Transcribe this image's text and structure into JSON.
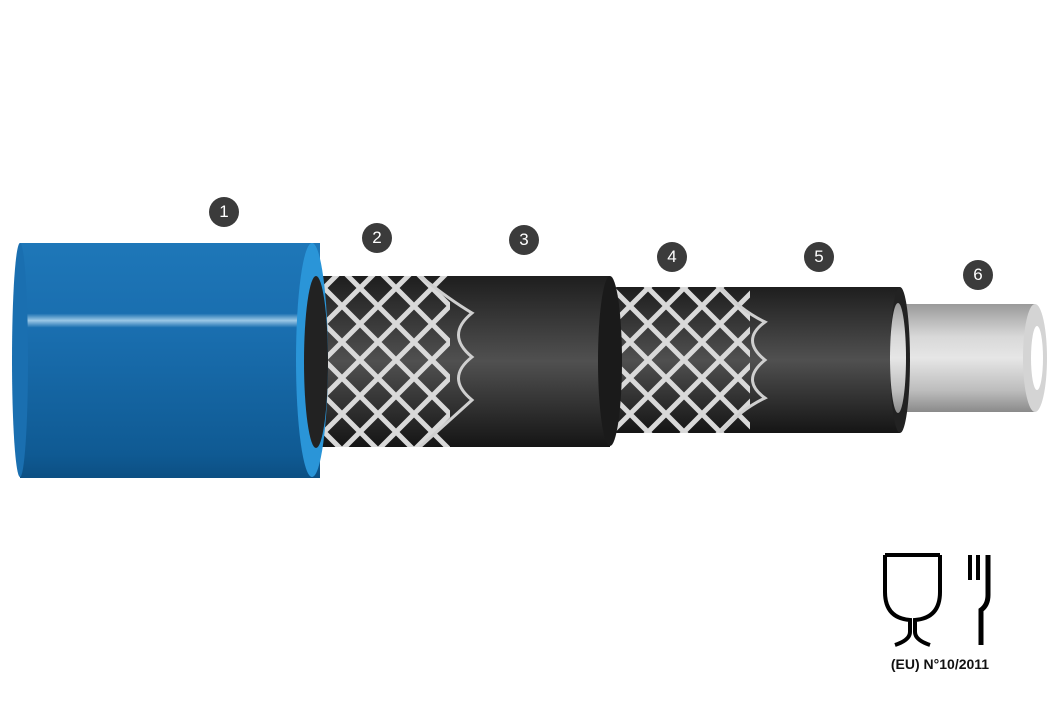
{
  "layers": [
    {
      "number": "1",
      "color": "#1a6fb0"
    },
    {
      "number": "2",
      "color": "#d8d8d8"
    },
    {
      "number": "3",
      "color": "#2b2b2b"
    },
    {
      "number": "4",
      "color": "#d8d8d8"
    },
    {
      "number": "5",
      "color": "#2b2b2b"
    },
    {
      "number": "6",
      "color": "#c8c8c8"
    }
  ],
  "food_safe_symbol": {
    "icon": "glass-and-fork-icon",
    "regulation": "(EU) N°10/2011"
  }
}
